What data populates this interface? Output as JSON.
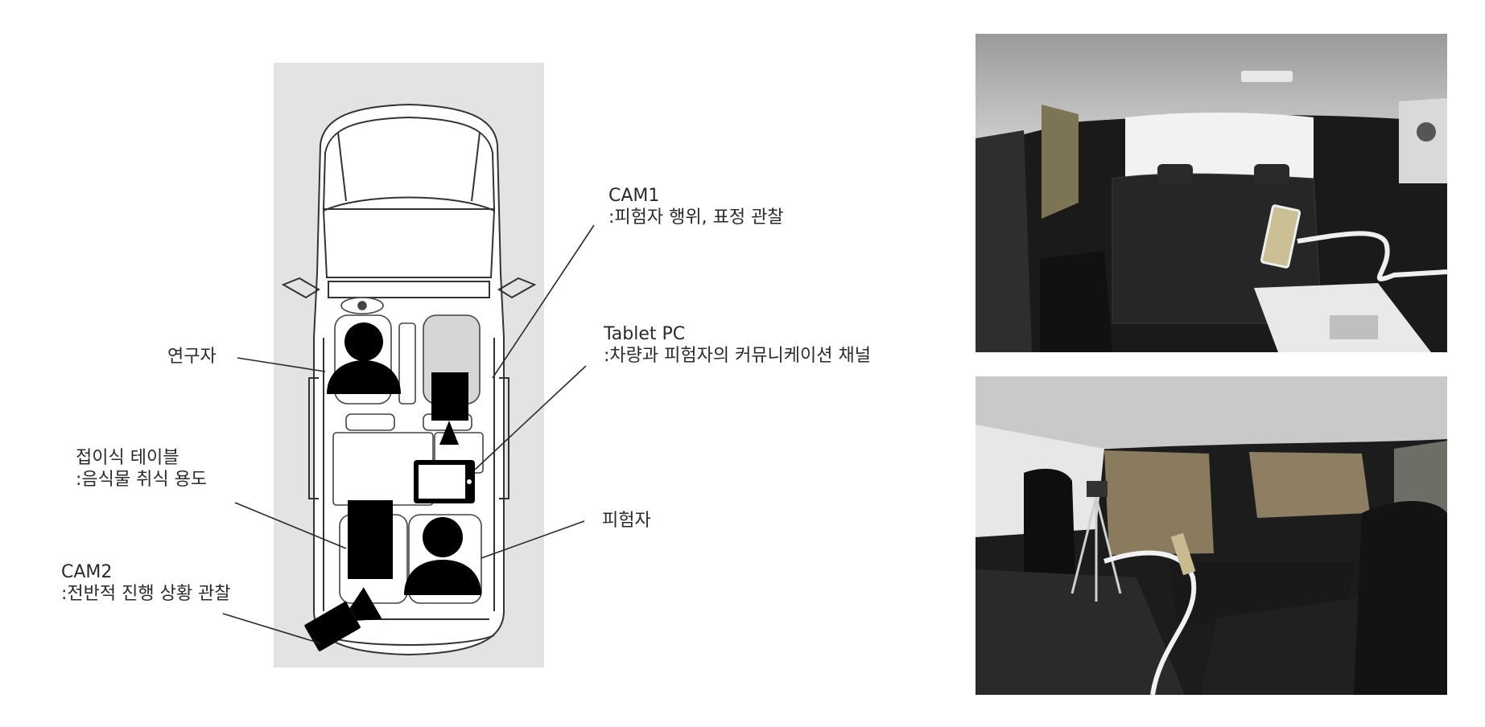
{
  "labels": {
    "cam1": {
      "title": "CAM1",
      "desc": ":피험자 행위, 표정 관찰"
    },
    "tablet": {
      "title": "Tablet PC",
      "desc": ":차량과 피험자의 커뮤니케이션 채널"
    },
    "researcher": {
      "title": "연구자"
    },
    "table": {
      "title": "접이식 테이블",
      "desc": ":음식물 취식 용도"
    },
    "subject": {
      "title": "피험자"
    },
    "cam2": {
      "title": "CAM2",
      "desc": ":전반적 진행 상황 관찰"
    }
  },
  "colors": {
    "panel_bg": "#e3e3e3",
    "silhouette": "#000000",
    "car_outline": "#333333",
    "leader_line": "#2a2a2a"
  },
  "photos": [
    {
      "name": "rear-cabin-view",
      "icon": "car-interior-photo"
    },
    {
      "name": "side-cabin-view",
      "icon": "car-interior-photo"
    }
  ]
}
